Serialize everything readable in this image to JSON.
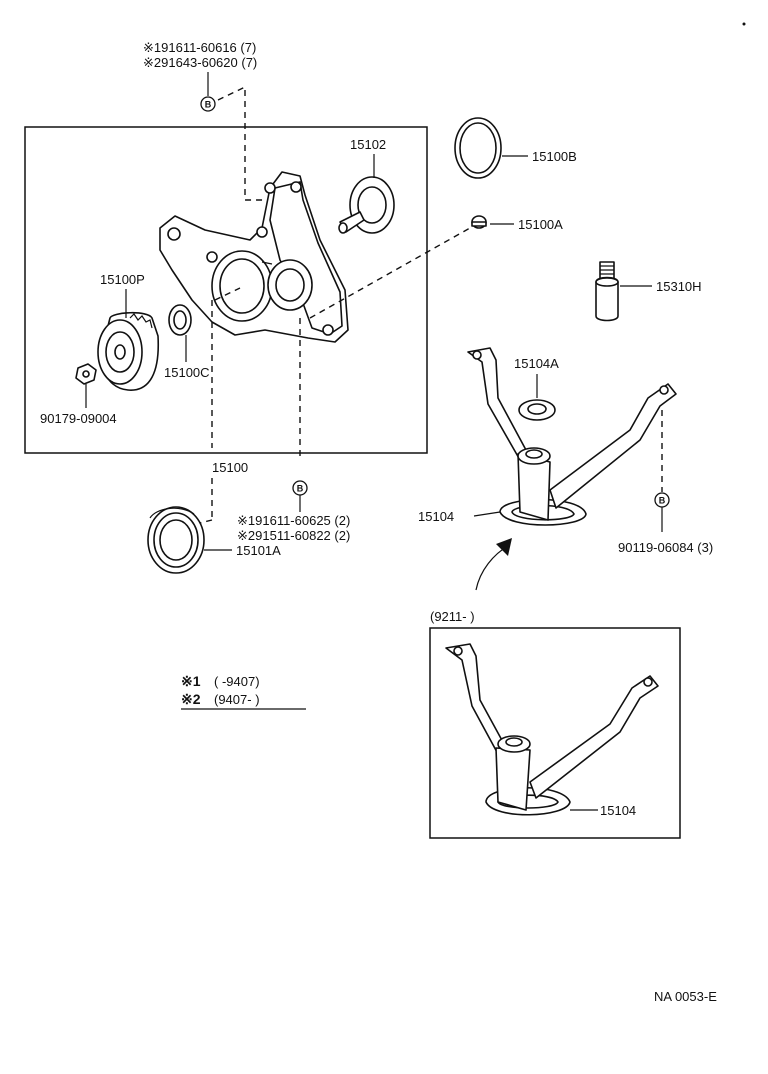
{
  "diagram": {
    "parts": {
      "oil_pump_assy": "15100",
      "drive_rotor_shaft": "15102",
      "o_ring": "15100B",
      "plug": "15100A",
      "nipple": "15310H",
      "gasket": "15104A",
      "strainer": "15104",
      "strainer_alt": "15104",
      "pulley": "15100P",
      "seal": "15100C",
      "nut": "90179-09004",
      "front_seal": "15101A",
      "strainer_bolt": "90119-06084 (3)"
    },
    "bolts_top": {
      "line1": "※191611-60616 (7)",
      "line2": "※291643-60620 (7)"
    },
    "bolts_mid": {
      "line1": "※191611-60625 (2)",
      "line2": "※291511-60822 (2)"
    },
    "badge_letter": "B",
    "legend": {
      "row1_mark": "※1",
      "row1_range": "(        -9407)",
      "row2_mark": "※2",
      "row2_range": "(9407-        )"
    },
    "inset_label": "(9211-         )",
    "footer_code": "NA  0053-E"
  }
}
